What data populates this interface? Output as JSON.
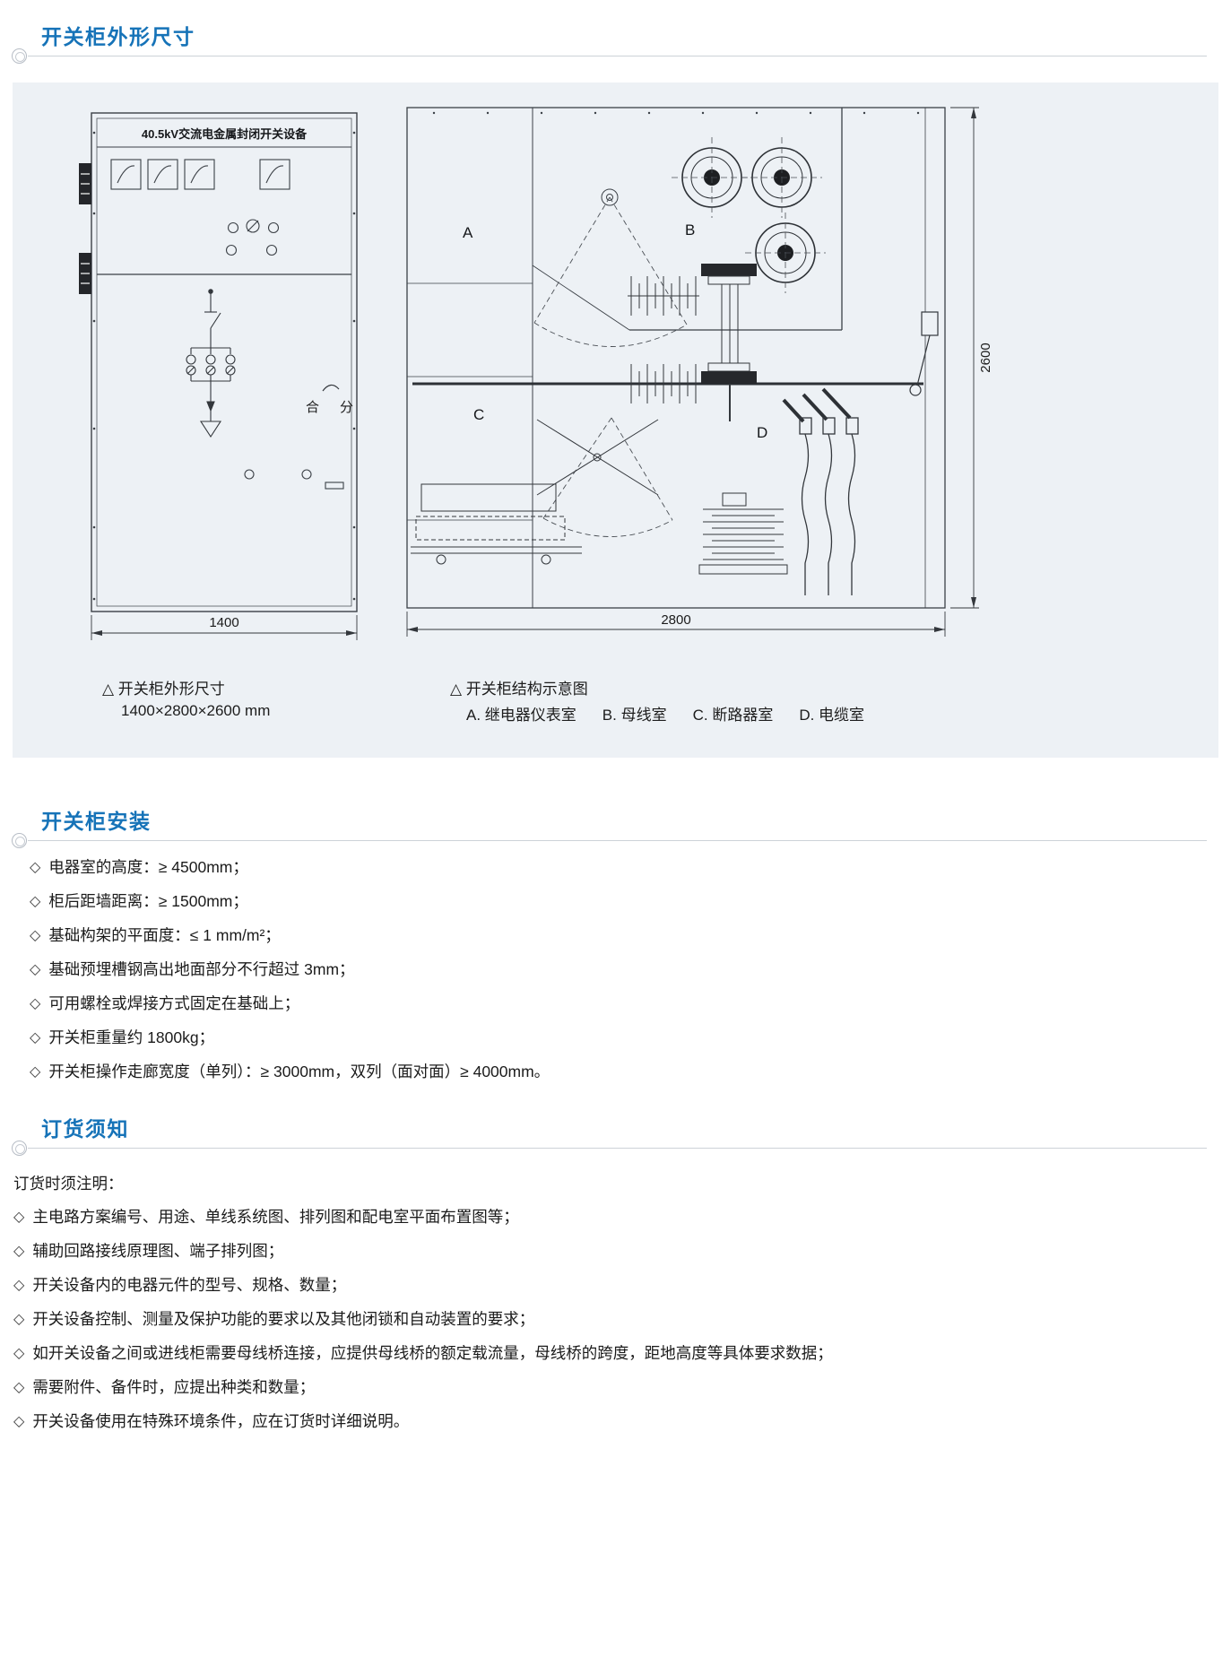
{
  "accent_color": "#1673b8",
  "panel_color": "#edf1f5",
  "glyphs": {
    "diamond": "◇"
  },
  "sections": {
    "dimensions": {
      "title": "开关柜外形尺寸",
      "drawing": {
        "cabinet_title": "40.5kV交流电金属封闭开关设备",
        "close_label": "合",
        "open_label": "分",
        "width_dim": "1400",
        "depth_dim": "2800",
        "height_dim": "2600",
        "compartments": [
          "A",
          "B",
          "C",
          "D"
        ]
      },
      "captions": {
        "left_title": "△ 开关柜外形尺寸",
        "left_sub": "1400×2800×2600 mm",
        "right_title": "△ 开关柜结构示意图",
        "right_labels": [
          "A. 继电器仪表室",
          "B. 母线室",
          "C. 断路器室",
          "D. 电缆室"
        ]
      }
    },
    "installation": {
      "title": "开关柜安装",
      "items": [
        "电器室的高度：≥ 4500mm；",
        "柜后距墙距离：≥ 1500mm；",
        "基础构架的平面度：≤ 1 mm/m²；",
        "基础预埋槽钢高出地面部分不行超过 3mm；",
        "可用螺栓或焊接方式固定在基础上；",
        "开关柜重量约 1800kg；",
        "开关柜操作走廊宽度（单列）：≥ 3000mm，双列（面对面）≥ 4000mm。"
      ]
    },
    "ordering": {
      "title": "订货须知",
      "intro": "订货时须注明：",
      "items": [
        "主电路方案编号、用途、单线系统图、排列图和配电室平面布置图等；",
        "辅助回路接线原理图、端子排列图；",
        "开关设备内的电器元件的型号、规格、数量；",
        "开关设备控制、测量及保护功能的要求以及其他闭锁和自动装置的要求；",
        "如开关设备之间或进线柜需要母线桥连接，应提供母线桥的额定载流量，母线桥的跨度，距地高度等具体要求数据；",
        "需要附件、备件时，应提出种类和数量；",
        "开关设备使用在特殊环境条件，应在订货时详细说明。"
      ]
    }
  }
}
